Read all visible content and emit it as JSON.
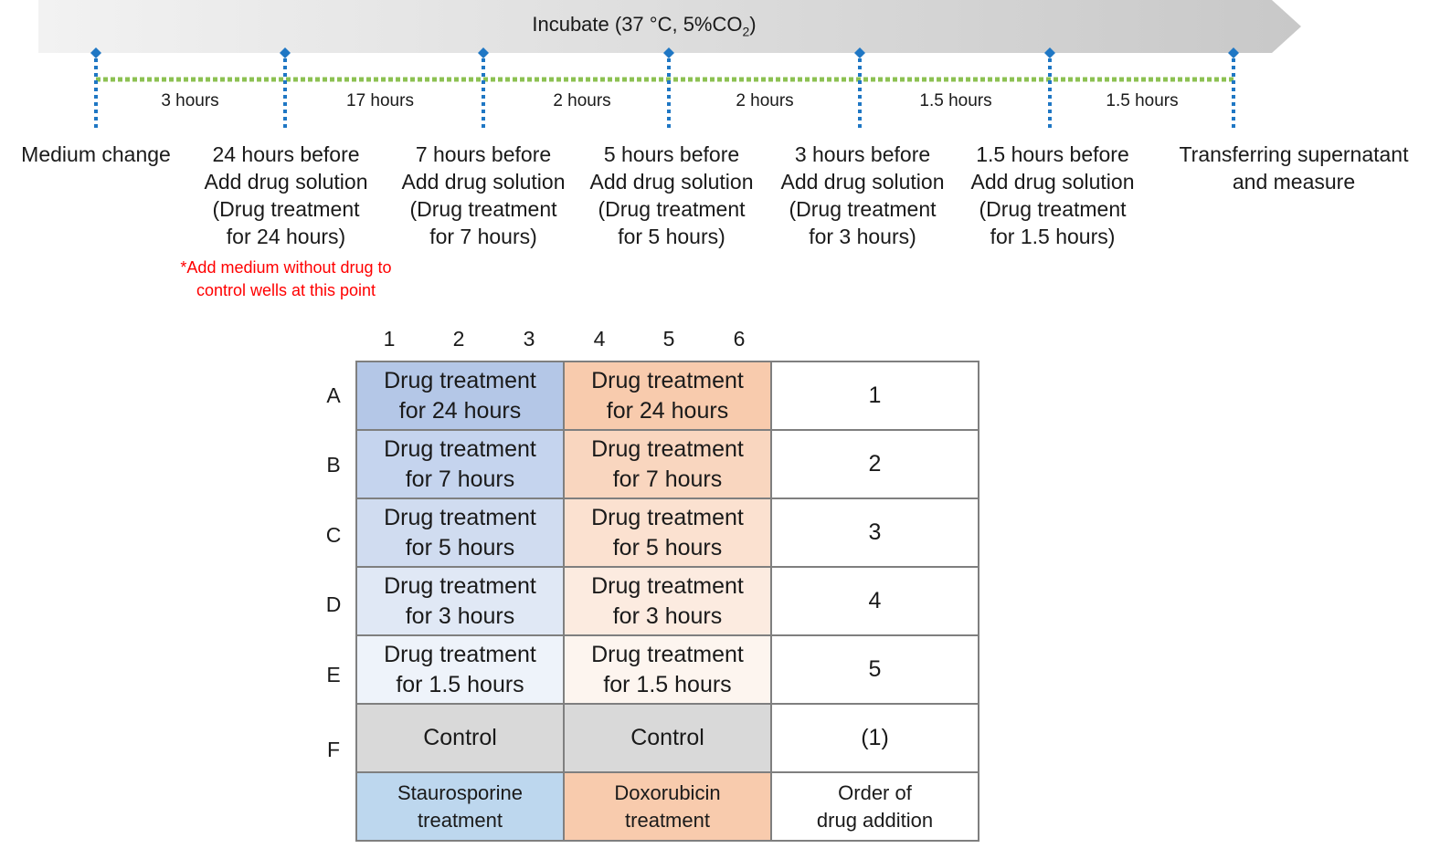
{
  "timeline": {
    "incubate_label": "Incubate (37 °C, 5%CO",
    "incubate_sub": "2",
    "incubate_close": ")",
    "intervals": [
      "3 hours",
      "17 hours",
      "2 hours",
      "2 hours",
      "1.5 hours",
      "1.5 hours"
    ],
    "steps": [
      "Medium change",
      "24 hours before\nAdd drug solution\n(Drug treatment\nfor 24 hours)",
      "7 hours before\nAdd drug solution\n(Drug treatment\nfor 7 hours)",
      "5 hours before\nAdd drug solution\n(Drug treatment\nfor 5 hours)",
      "3 hours before\nAdd drug solution\n(Drug treatment\nfor 3 hours)",
      "1.5 hours before\nAdd drug solution\n(Drug treatment\nfor 1.5 hours)",
      "Transferring supernatant\nand measure"
    ],
    "note": "*Add medium without drug to\ncontrol wells at this point"
  },
  "plate": {
    "columns": [
      "1",
      "2",
      "3",
      "4",
      "5",
      "6"
    ],
    "rows": [
      "A",
      "B",
      "C",
      "D",
      "E",
      "F"
    ],
    "cells": [
      [
        "Drug treatment\nfor 24 hours",
        "Drug treatment\nfor 24 hours",
        "1"
      ],
      [
        "Drug treatment\nfor 7 hours",
        "Drug treatment\nfor 7 hours",
        "2"
      ],
      [
        "Drug treatment\nfor 5 hours",
        "Drug treatment\nfor 5 hours",
        "3"
      ],
      [
        "Drug treatment\nfor 3 hours",
        "Drug treatment\nfor 3 hours",
        "4"
      ],
      [
        "Drug treatment\nfor 1.5 hours",
        "Drug treatment\nfor 1.5 hours",
        "5"
      ],
      [
        "Control",
        "Control",
        "(1)"
      ]
    ],
    "legend": [
      "Staurosporine\ntreatment",
      "Doxorubicin\ntreatment",
      "Order of\ndrug addition"
    ]
  },
  "colors": {
    "staurosporine": [
      "#b4c7e7",
      "#c5d4ee",
      "#d0dcf0",
      "#e0e8f5",
      "#eef3fa"
    ],
    "doxorubicin": [
      "#f8cbad",
      "#f9d6bf",
      "#fbe1d0",
      "#fcebe0",
      "#fdf5ef"
    ],
    "control": "#d9d9d9",
    "legend_staurosporine": "#bdd7ee",
    "legend_doxorubicin": "#f8cbad",
    "note": "#ff0000",
    "marker": "#1f77c4",
    "green_line": "#8cc152"
  }
}
